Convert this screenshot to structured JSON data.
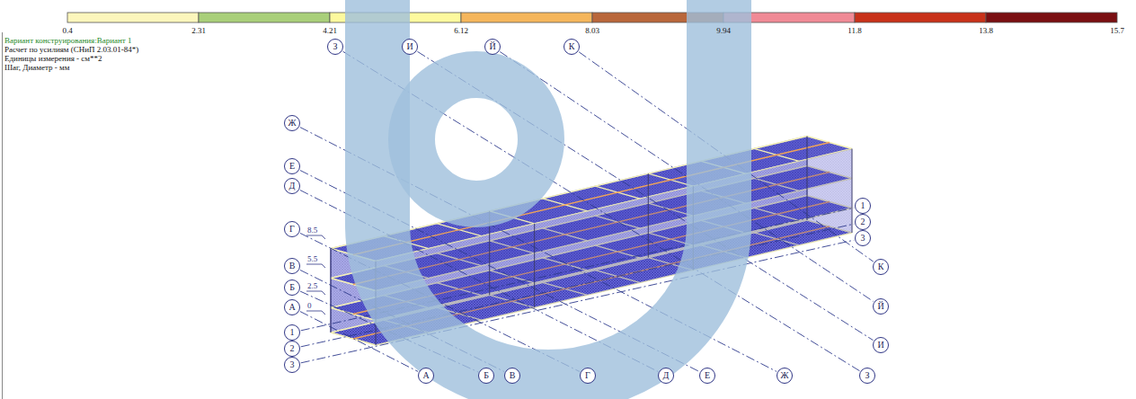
{
  "diagram": {
    "nodes": [
      {
        "text": [
          "З"
        ]
      },
      {
        "text": [
          "И"
        ]
      },
      {
        "text": [
          "Й"
        ]
      },
      {
        "text": [
          "К"
        ]
      },
      {
        "text": [
          "Ж"
        ]
      },
      {
        "text": [
          "Е"
        ]
      },
      {
        "text": [
          "Д"
        ]
      },
      {
        "text": [
          "Г"
        ]
      },
      {
        "text": [
          "В"
        ]
      },
      {
        "text": [
          "Б"
        ]
      },
      {
        "text": [
          "А"
        ]
      },
      {
        "text": [
          "1"
        ]
      },
      {
        "text": [
          "2"
        ]
      },
      {
        "text": [
          "3"
        ]
      },
      {
        "text": [
          "1"
        ]
      },
      {
        "text": [
          "2"
        ]
      },
      {
        "text": [
          "3"
        ]
      },
      {
        "text": [
          "К"
        ]
      },
      {
        "text": [
          "Й"
        ]
      },
      {
        "text": [
          "И"
        ]
      },
      {
        "text": [
          "А"
        ]
      },
      {
        "text": [
          "Б"
        ]
      },
      {
        "text": [
          "В"
        ]
      },
      {
        "text": [
          "Г"
        ]
      },
      {
        "text": [
          "Д"
        ]
      },
      {
        "text": [
          "Е"
        ]
      },
      {
        "text": [
          "Ж"
        ]
      },
      {
        "text": [
          "З"
        ]
      }
    ],
    "edges": [
      {
        "from": 10,
        "to": 20,
        "arrow": "none"
      },
      {
        "from": 9,
        "to": 21,
        "arrow": "none"
      },
      {
        "from": 8,
        "to": 22,
        "arrow": "none"
      },
      {
        "from": 7,
        "to": 23,
        "arrow": "none"
      },
      {
        "from": 6,
        "to": 24,
        "arrow": "none"
      },
      {
        "from": 5,
        "to": 25,
        "arrow": "none"
      },
      {
        "from": 4,
        "to": 26,
        "arrow": "none"
      },
      {
        "from": 0,
        "to": 27,
        "arrow": "none"
      },
      {
        "from": 1,
        "to": 19,
        "arrow": "none"
      },
      {
        "from": 2,
        "to": 18,
        "arrow": "none"
      },
      {
        "from": 3,
        "to": 17,
        "arrow": "none"
      },
      {
        "from": 11,
        "to": 14,
        "arrow": "none"
      },
      {
        "from": 12,
        "to": 15,
        "arrow": "none"
      },
      {
        "from": 13,
        "to": 16,
        "arrow": "none"
      }
    ],
    "labels": [
      "0.4",
      "2.31",
      "4.21",
      "6.12",
      "8.03",
      "9.94",
      "11.8",
      "13.8",
      "15.7",
      "Вариант конструирования:Вариант 1",
      "Расчет по усилиям (СНиП 2.03.01-84*)",
      "Единицы измерения - см**2",
      "Шаг, Диаметр - мм",
      "8.5",
      "5.5",
      "2.5",
      "0"
    ]
  }
}
